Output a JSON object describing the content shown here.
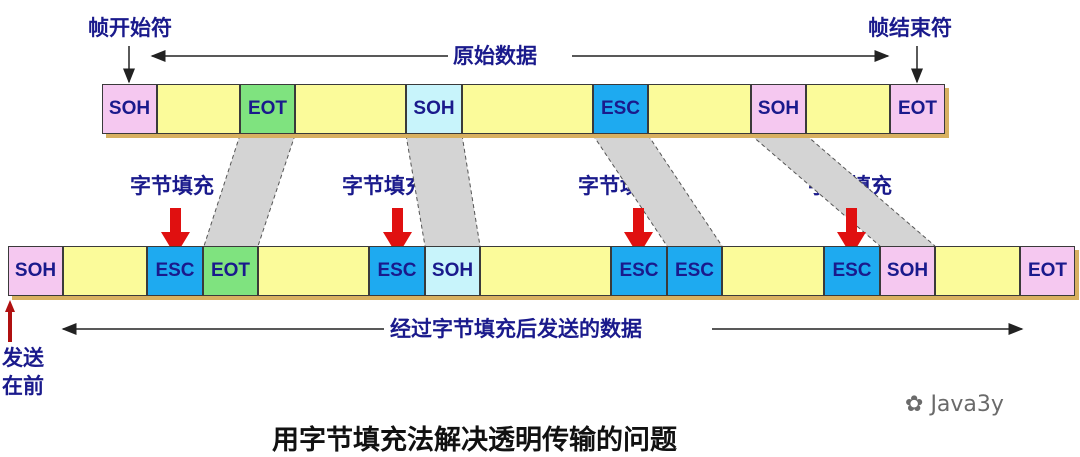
{
  "labels": {
    "frame_start": "帧开始符",
    "frame_end": "帧结束符",
    "original_data": "原始数据",
    "stuffing": "字节填充",
    "stuffed_data": "经过字节填充后发送的数据",
    "send_first_line1": "发送",
    "send_first_line2": "在前",
    "caption": "用字节填充法解决透明传输的问题",
    "watermark": "Java3y"
  },
  "top_frame": [
    {
      "label": "SOH",
      "kind": "soh"
    },
    {
      "label": "",
      "kind": "data"
    },
    {
      "label": "EOT",
      "kind": "eot"
    },
    {
      "label": "",
      "kind": "data"
    },
    {
      "label": "SOH",
      "kind": "sohl"
    },
    {
      "label": "",
      "kind": "data"
    },
    {
      "label": "ESC",
      "kind": "esc"
    },
    {
      "label": "",
      "kind": "data"
    },
    {
      "label": "SOH",
      "kind": "soh"
    },
    {
      "label": "",
      "kind": "data"
    },
    {
      "label": "EOT",
      "kind": "soh"
    }
  ],
  "bottom_frame": [
    {
      "label": "SOH",
      "kind": "soh"
    },
    {
      "label": "",
      "kind": "data"
    },
    {
      "label": "ESC",
      "kind": "esc"
    },
    {
      "label": "EOT",
      "kind": "eot"
    },
    {
      "label": "",
      "kind": "data"
    },
    {
      "label": "ESC",
      "kind": "esc"
    },
    {
      "label": "SOH",
      "kind": "sohl"
    },
    {
      "label": "",
      "kind": "data"
    },
    {
      "label": "ESC",
      "kind": "esc"
    },
    {
      "label": "ESC",
      "kind": "esc"
    },
    {
      "label": "",
      "kind": "data"
    },
    {
      "label": "ESC",
      "kind": "esc"
    },
    {
      "label": "SOH",
      "kind": "soh"
    },
    {
      "label": "",
      "kind": "data"
    },
    {
      "label": "EOT",
      "kind": "soh"
    }
  ],
  "colors": {
    "label": "#1a1a8c",
    "arrow": "#e01010",
    "soh": "#f5c8f0",
    "eot": "#7fe37f",
    "esc": "#1eaaf0",
    "soh_light": "#c8f4fb",
    "data": "#fbfb9a"
  }
}
